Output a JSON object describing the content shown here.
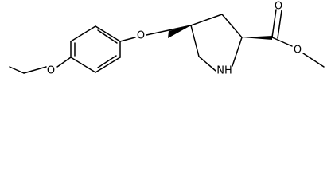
{
  "molecule": {
    "atom_labels": {
      "ethoxy_oxygen": "O",
      "ether_oxygen": "O",
      "ring_nitrogen": "NH",
      "carbonyl_oxygen": "O",
      "ester_oxygen": "O"
    },
    "bond_color": "#000000",
    "background_color": "#ffffff"
  }
}
